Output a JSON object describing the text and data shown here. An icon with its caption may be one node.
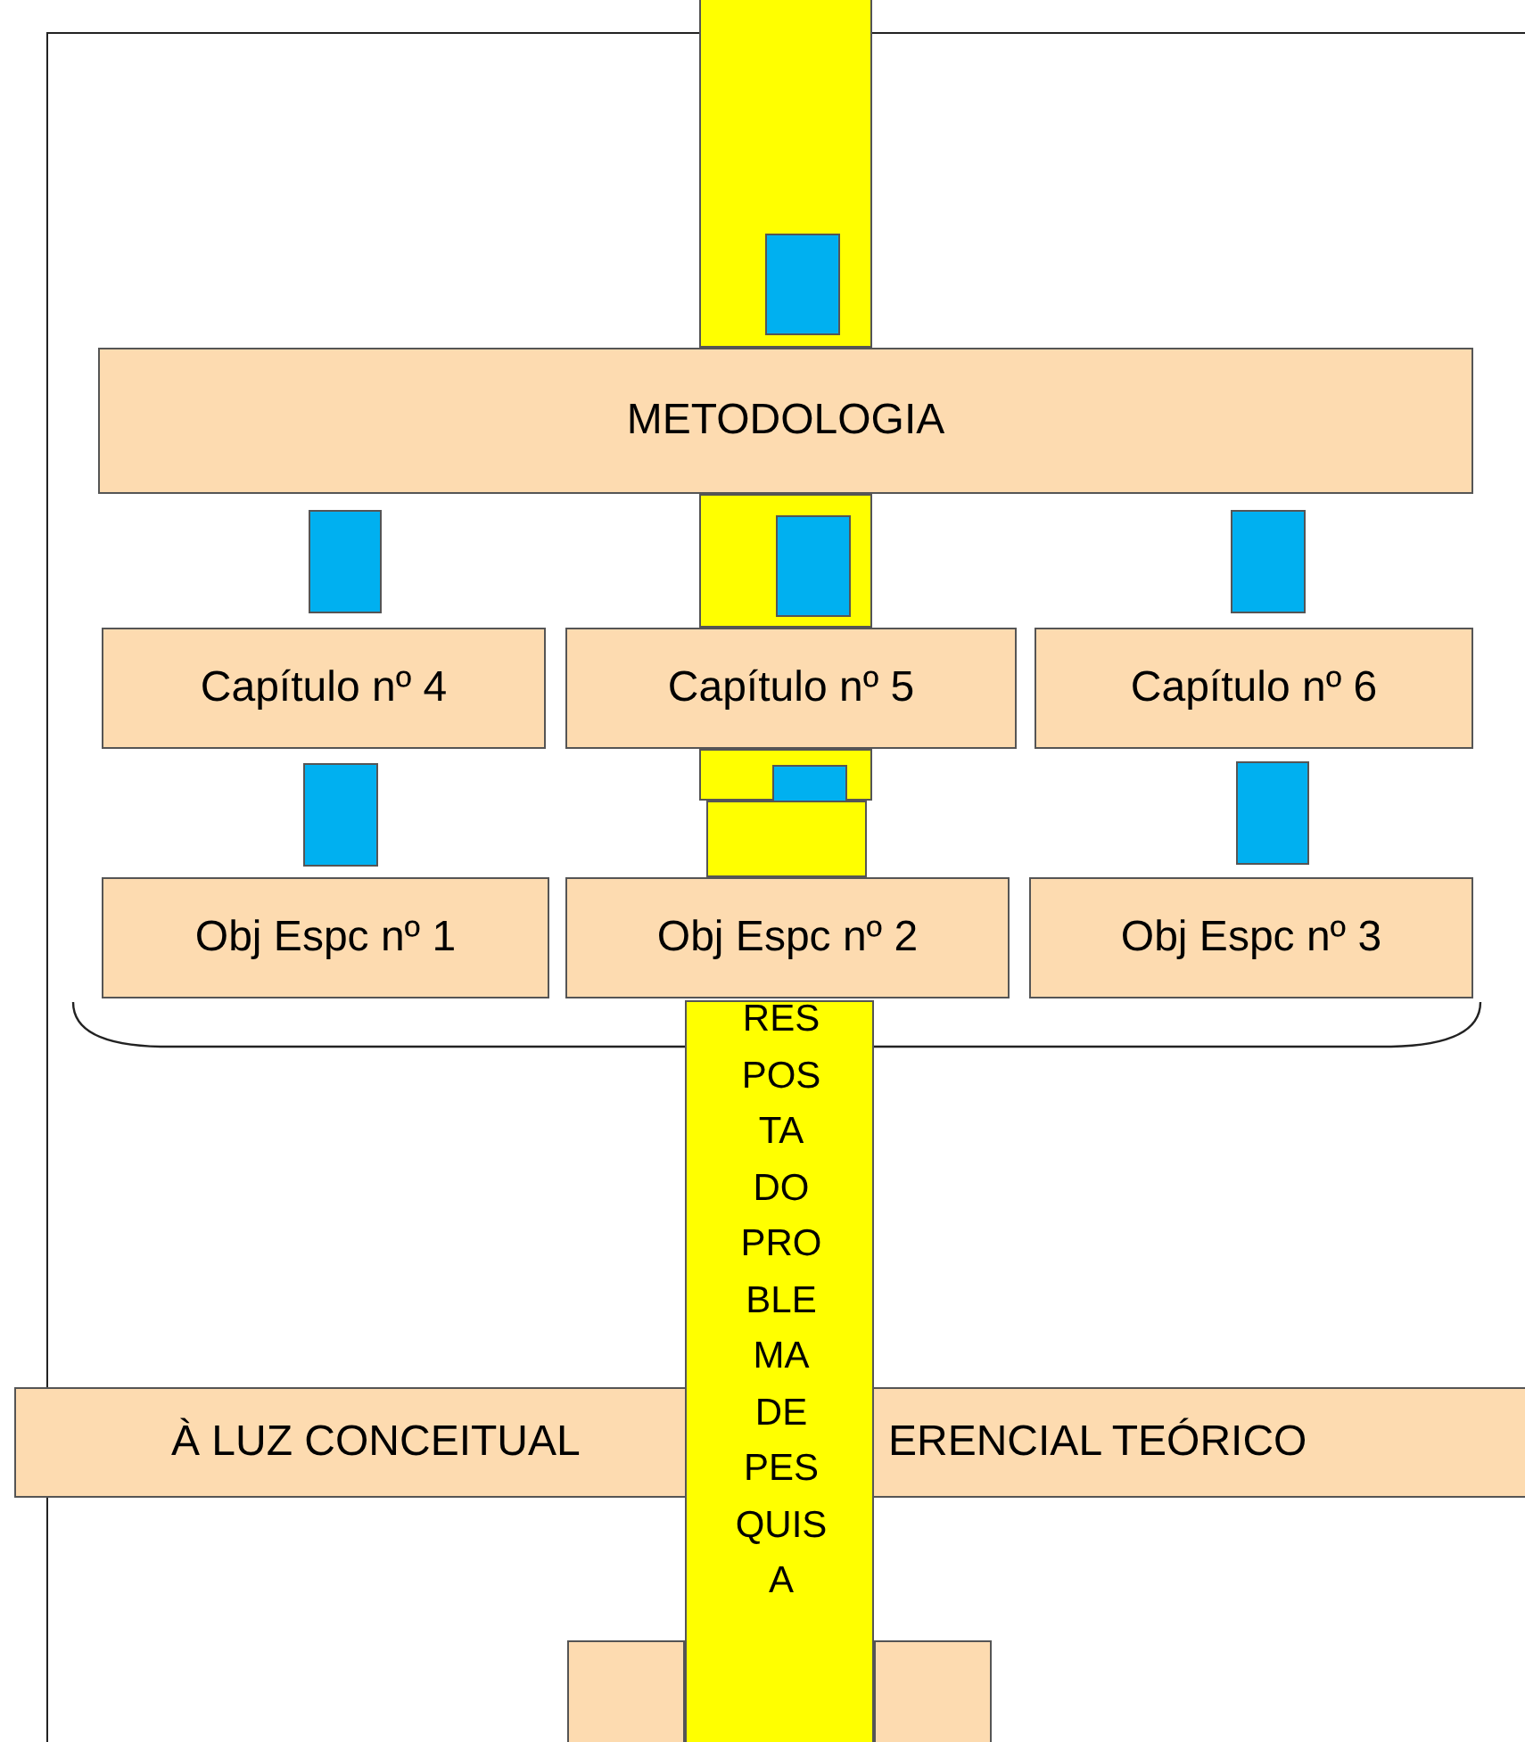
{
  "diagram": {
    "nodes": [
      {
        "text": [],
        "shape": "bar"
      },
      {
        "text": [],
        "shape": "box",
        "in": 0
      },
      {
        "text": [
          "METODOLOGIA"
        ]
      },
      {
        "text": [],
        "shape": "box"
      },
      {
        "text": [],
        "shape": "bar"
      },
      {
        "text": [],
        "shape": "box",
        "in": 4
      },
      {
        "text": [],
        "shape": "box"
      },
      {
        "text": [
          "Capítulo nº 4"
        ]
      },
      {
        "text": [
          "Capítulo nº 5"
        ]
      },
      {
        "text": [
          "Capítulo nº 6"
        ]
      },
      {
        "text": [],
        "shape": "box"
      },
      {
        "text": [],
        "shape": "bar"
      },
      {
        "text": [],
        "shape": "box",
        "in": 11
      },
      {
        "text": [],
        "shape": "box"
      },
      {
        "text": [],
        "shape": "box"
      },
      {
        "text": [
          "Obj Espc nº 1"
        ]
      },
      {
        "text": [
          "Obj Espc nº 2"
        ]
      },
      {
        "text": [
          "Obj Espc nº 3"
        ]
      },
      {
        "text": [
          "RES POS TA DO PRO BLE MA DE PES QUIS A"
        ]
      },
      {
        "text": [
          "À LUZ CONCEITUAL",
          "ERENCIAL TEÓRICO"
        ]
      },
      {
        "text": [],
        "shape": "box"
      },
      {
        "text": [],
        "shape": "box"
      }
    ]
  }
}
